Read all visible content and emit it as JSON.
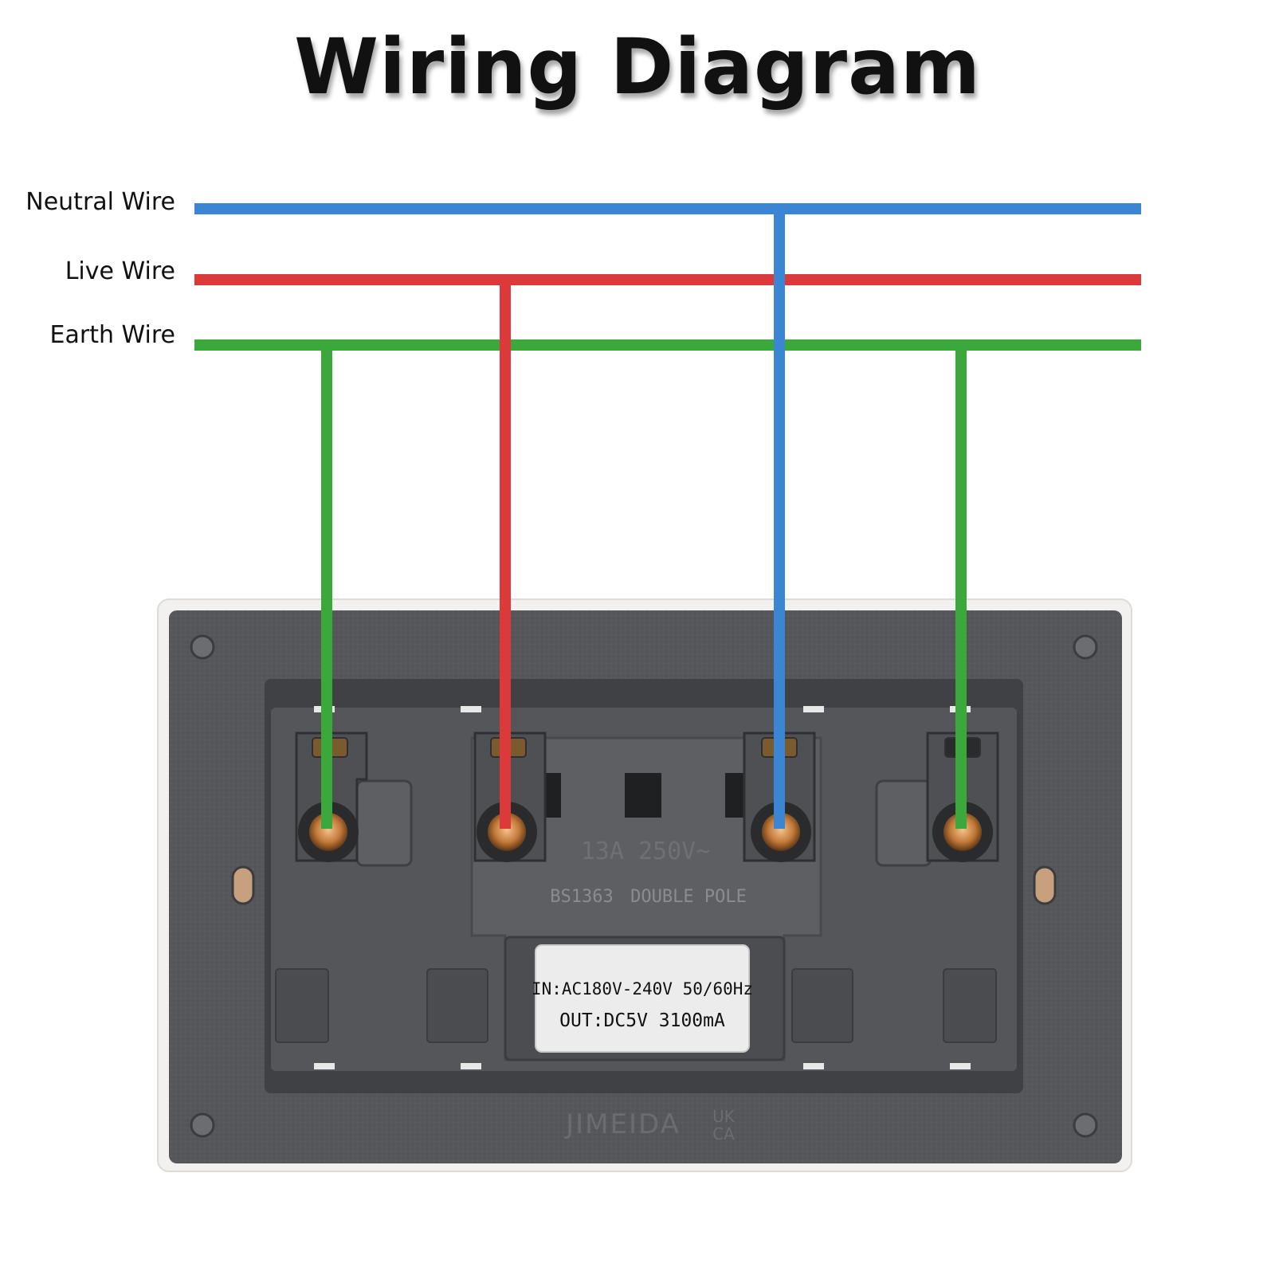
{
  "title": "Wiring Diagram",
  "wires": [
    {
      "id": "neutral",
      "label": "Neutral Wire",
      "color": "#3a85d4"
    },
    {
      "id": "live",
      "label": "Live Wire",
      "color": "#dc3a3a"
    },
    {
      "id": "earth",
      "label": "Earth Wire",
      "color": "#3aa83a"
    }
  ],
  "terminals": [
    "earth",
    "live",
    "neutral",
    "earth"
  ],
  "socket": {
    "rating": "13A 250V~",
    "standard": "BS1363",
    "type": "DOUBLE POLE",
    "usb_label": {
      "input": "IN:AC180V-240V 50/60Hz",
      "output": "OUT:DC5V 3100mA"
    },
    "brand": "JIMEIDA",
    "mark_top": "UK",
    "mark_bottom": "CA"
  }
}
